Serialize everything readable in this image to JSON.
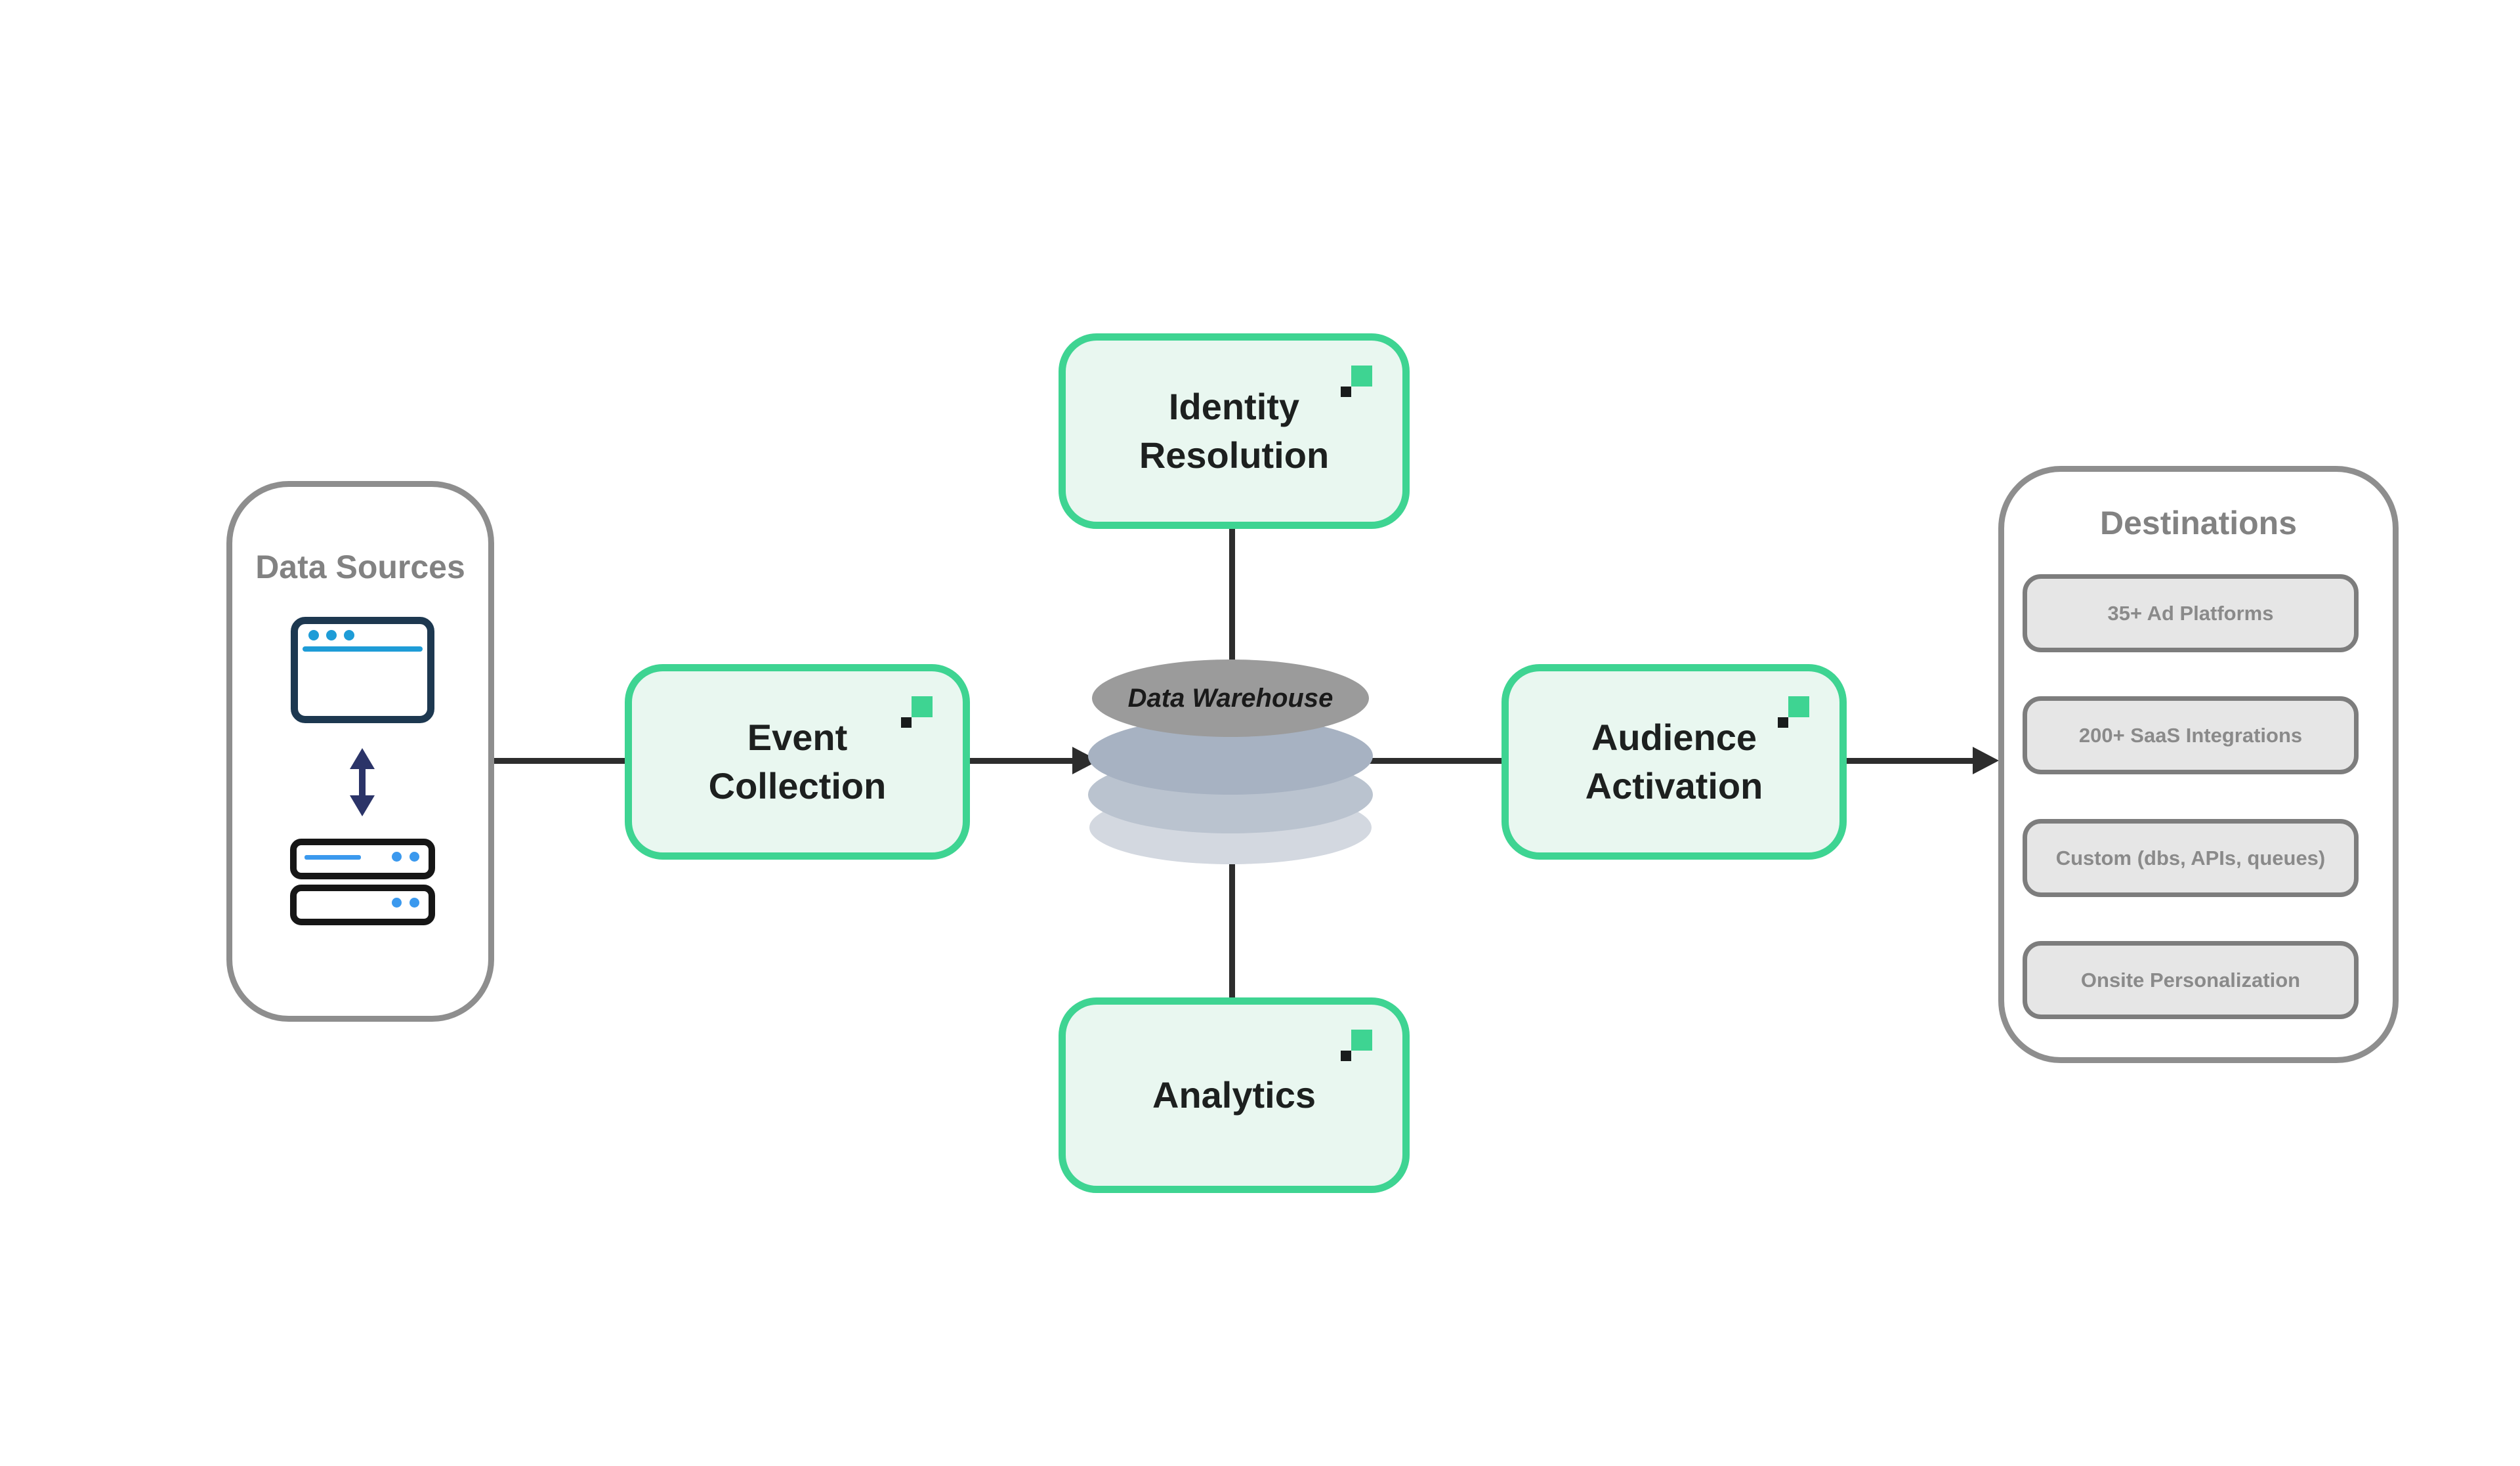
{
  "diagram": {
    "background": "#ffffff",
    "connector_color": "#2d2d2d"
  },
  "data_sources": {
    "title": "Data Sources",
    "icons": [
      "browser-window",
      "sync-arrows",
      "server-rack",
      "server-rack"
    ]
  },
  "nodes": {
    "identity_resolution": {
      "lines": [
        "Identity",
        "Resolution"
      ]
    },
    "event_collection": {
      "lines": [
        "Event",
        "Collection"
      ]
    },
    "audience_activation": {
      "lines": [
        "Audience",
        "Activation"
      ]
    },
    "analytics": {
      "lines": [
        "Analytics"
      ]
    }
  },
  "warehouse": {
    "label": "Data Warehouse"
  },
  "destinations": {
    "title": "Destinations",
    "pills": [
      "35+ Ad Platforms",
      "200+ SaaS Integrations",
      "Custom (dbs, APIs, queues)",
      "Onsite Personalization"
    ]
  },
  "colors": {
    "node_border": "#3ed492",
    "node_fill": "#e9f7f0",
    "node_text": "#1d201f",
    "brand_green": "#3ed492",
    "brand_black": "#191c1c",
    "group_border": "#8e8e8e",
    "group_title": "#828282",
    "pill_fill": "#e6e6e6",
    "pill_border": "#7d7d7d",
    "pill_text": "#8a8a8a",
    "warehouse_top": "#9b9b9b",
    "warehouse_layer2": "#a7b2c2",
    "warehouse_layer3": "#bac3cf",
    "warehouse_layer4": "#d3d8e0",
    "connector": "#2d2d2d",
    "icon_navy": "#1d3850",
    "icon_blue": "#1e9cd7",
    "server_border": "#161616",
    "server_blue": "#3b99ee",
    "sync_arrow_navy": "#2b3468"
  }
}
